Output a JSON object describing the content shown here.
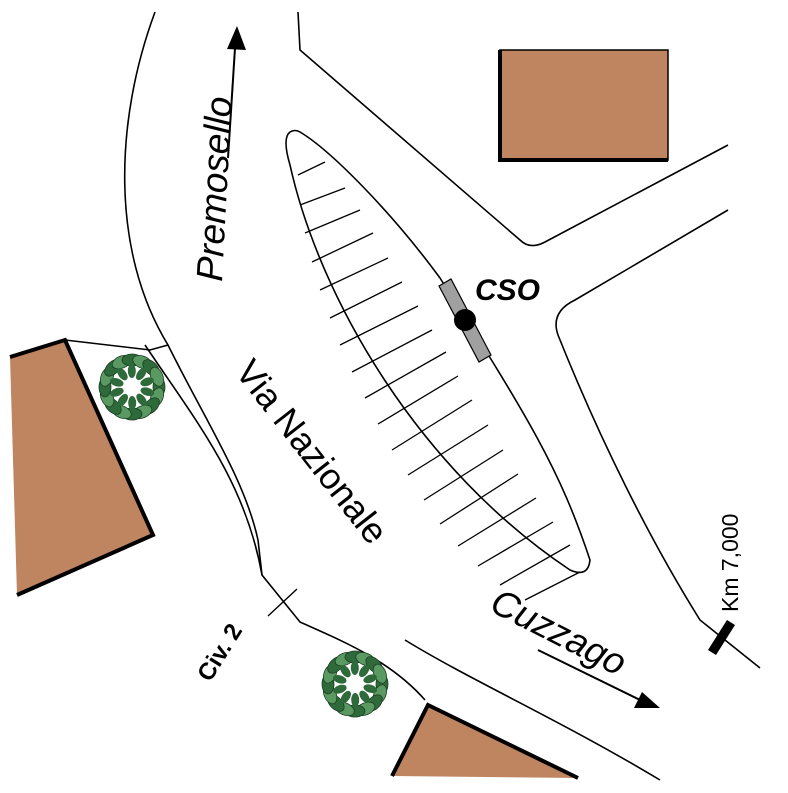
{
  "labels": {
    "premosello": "Premosello",
    "via_nazionale": "Via Nazionale",
    "cuzzago": "Cuzzago",
    "cso": "CSO",
    "civ": "Civ. 2",
    "km": "Km 7,000"
  },
  "colors": {
    "building_fill": "#bf8560",
    "building_stroke": "#000000",
    "tree_dark": "#2e6a3a",
    "tree_light": "#5a9a62",
    "cso_bar": "#a0a0a0",
    "line": "#000000"
  },
  "icons": {
    "tree": "tree-icon",
    "cso_marker": "cso-marker-icon",
    "arrow": "direction-arrow-icon"
  }
}
